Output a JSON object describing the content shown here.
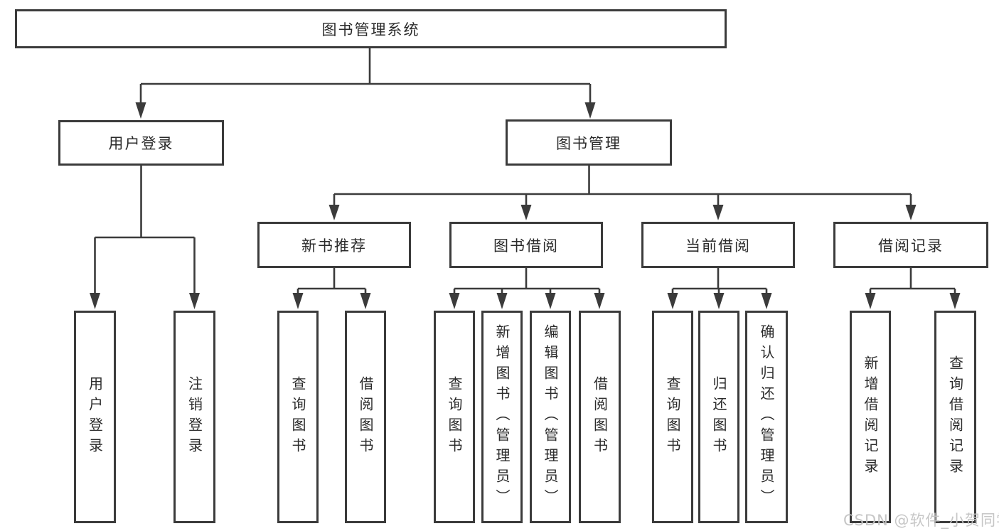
{
  "tree": {
    "root": {
      "label": "图书管理系统"
    },
    "level2": [
      {
        "label": "用户登录",
        "children": [
          {
            "label": "用户登录"
          },
          {
            "label": "注销登录"
          }
        ]
      },
      {
        "label": "图书管理",
        "children": [
          {
            "label": "新书推荐",
            "children": [
              {
                "label": "查询图书"
              },
              {
                "label": "借阅图书"
              }
            ]
          },
          {
            "label": "图书借阅",
            "children": [
              {
                "label": "查询图书"
              },
              {
                "label": "新增图书（管理员）"
              },
              {
                "label": "编辑图书（管理员）"
              },
              {
                "label": "借阅图书"
              }
            ]
          },
          {
            "label": "当前借阅",
            "children": [
              {
                "label": "查询图书"
              },
              {
                "label": "归还图书"
              },
              {
                "label": "确认归还（管理员）"
              }
            ]
          },
          {
            "label": "借阅记录",
            "children": [
              {
                "label": "新增借阅记录"
              },
              {
                "label": "查询借阅记录"
              }
            ]
          }
        ]
      }
    ]
  },
  "watermark": {
    "text": "CSDN @软件_小贺同学"
  },
  "colors": {
    "line": "#3b3b3b",
    "node_border": "#3b3b3b",
    "text": "#2b2b2b",
    "watermark": "#c3c3c3",
    "background": "#ffffff"
  }
}
